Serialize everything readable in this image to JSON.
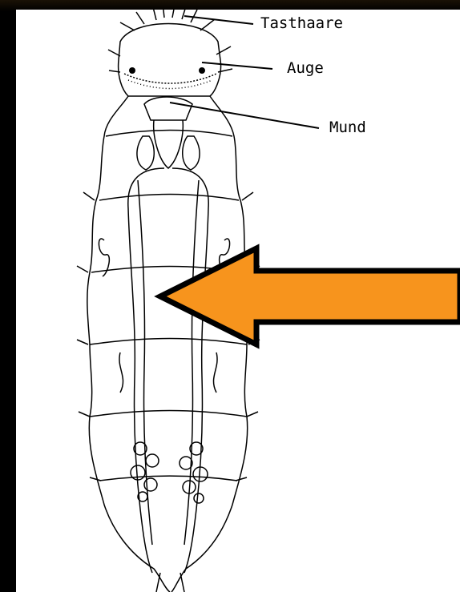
{
  "labels": {
    "tasthaare": "Tasthaare",
    "auge": "Auge",
    "mund": "Mund"
  },
  "colors": {
    "background": "#000000",
    "panel": "#ffffff",
    "arrow_fill": "#f7941d",
    "arrow_stroke": "#000000",
    "ink": "#000000"
  },
  "icons": {
    "arrow": "arrow-left-icon"
  }
}
